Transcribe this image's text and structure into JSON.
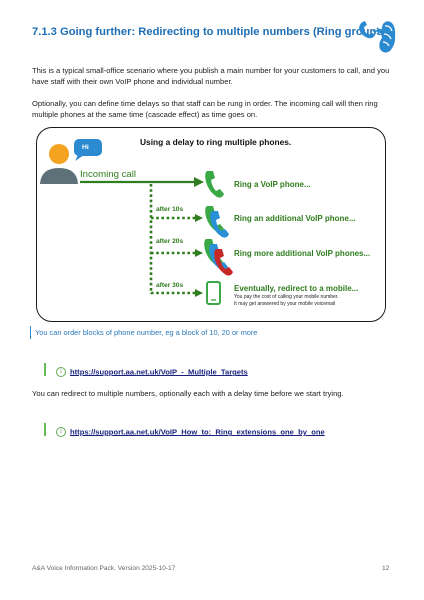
{
  "heading": "7.1.3 Going further: Redirecting to multiple numbers (Ring groups)",
  "paragraphs": {
    "p1": "This is a typical small-office scenario where you publish a main number for your customers to call, and you have staff with their own VoIP phone and individual number.",
    "p2": "Optionally, you can define time delays so that staff can be rung in order. The incoming call will then ring multiple phones at the same time (cascade effect) as time goes on.",
    "p3": "You can redirect to multiple numbers, optionally each with a delay time before we start trying."
  },
  "diagram": {
    "title": "Using a delay to ring multiple phones.",
    "bubble": "Hi",
    "incoming": "Incoming call",
    "steps": [
      {
        "label": "Ring a VoIP phone..."
      },
      {
        "label": "Ring an additional VoIP phone...",
        "delay": "after 10s"
      },
      {
        "label": "Ring more additional VoIP phones...",
        "delay": "after 20s"
      },
      {
        "label": "Eventually, redirect to a mobile...",
        "delay": "after 30s",
        "sub1": "You pay the cost of calling your mobile number.",
        "sub2": "It may get answered by your mobile voicemail"
      }
    ],
    "colors": {
      "green": "#2f7d1e",
      "phone_green": "#3aa845",
      "phone_blue": "#2a8fd6",
      "phone_red": "#c62828",
      "person_orange": "#f4a320",
      "person_gray": "#5f7178",
      "bubble_blue": "#2b8ad0"
    }
  },
  "note": "You can order blocks of phone number, eg a block of 10, 20 or more",
  "links": [
    "https://support.aa.net.uk/VoIP_-_Multiple_Targets",
    "https://support.aa.net.uk/VoIP_How_to:_Ring_extensions_one_by_one"
  ],
  "footer": {
    "left": "A&A Voice Information Pack. Version 2025-10-17",
    "right": "12"
  },
  "icons": [
    "phone-hand-logo-icon",
    "person-icon",
    "speech-bubble-icon",
    "phone-icon",
    "mobile-phone-icon",
    "info-icon"
  ]
}
